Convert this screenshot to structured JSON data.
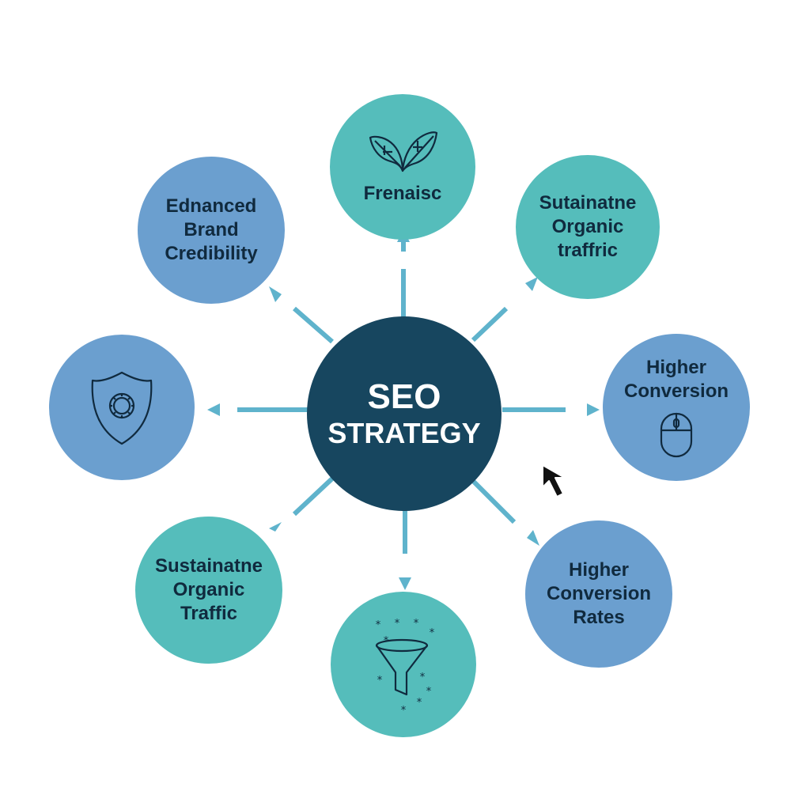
{
  "center": {
    "line1": "SEO",
    "line2": "STRATEGY"
  },
  "nodes": {
    "top": {
      "label": "Frenaisc",
      "icon": "leaves-icon"
    },
    "top_right": {
      "line1": "Sutainatne",
      "line2": "Organic",
      "line3": "traffric"
    },
    "right": {
      "line1": "Higher",
      "line2": "Conversion",
      "icon": "mouse-icon"
    },
    "bottom_right": {
      "line1": "Higher",
      "line2": "Conversion",
      "line3": "Rates"
    },
    "bottom": {
      "icon": "funnel-icon"
    },
    "bottom_left": {
      "line1": "Sustainatne",
      "line2": "Organic",
      "line3": "Traffic"
    },
    "left": {
      "icon": "shield-gear-icon"
    },
    "top_left": {
      "line1": "Ednanced",
      "line2": "Brand",
      "line3": "Credibility"
    }
  },
  "colors": {
    "center": "#17465f",
    "teal": "#55bdbb",
    "blue": "#6b9fcf",
    "connector": "#5fb3cc",
    "text": "#102a3e"
  },
  "cursor": "arrow-cursor-icon"
}
